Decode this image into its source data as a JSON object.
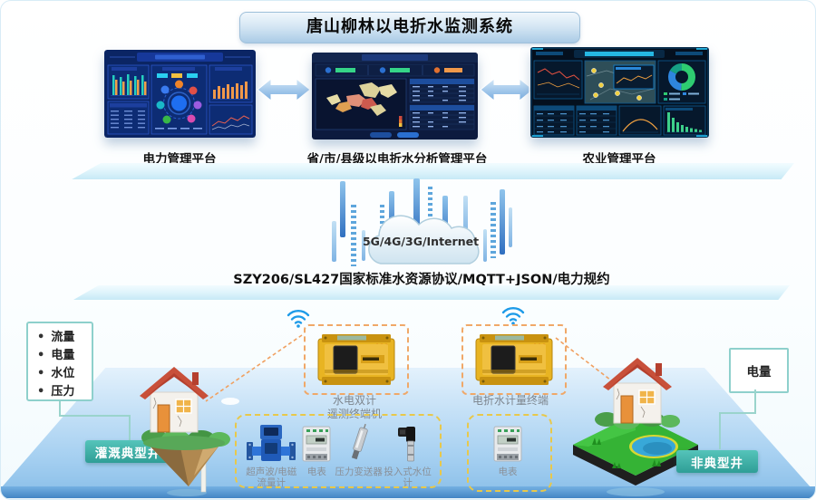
{
  "title": "唐山柳林以电折水监测系统",
  "platforms": {
    "power": "电力管理平台",
    "analysis": "省/市/县级以电折水分析管理平台",
    "agriculture": "农业管理平台"
  },
  "network": {
    "cloud_label": "5G/4G/3G/Internet",
    "protocol": "SZY206/SL427国家标准水资源协议/MQTT+JSON/电力规约"
  },
  "field": {
    "left_params": [
      "流量",
      "电量",
      "水位",
      "压力"
    ],
    "right_param": "电量",
    "left_well_badge": "灌溉典型井",
    "right_well_badge": "非典型井",
    "left_terminal": {
      "line1": "水电双计",
      "line2": "遥测终端机"
    },
    "right_terminal": "电折水计量终端",
    "left_sensors": [
      "超声波/电磁流量计",
      "电表",
      "压力变送器",
      "投入式水位计"
    ],
    "right_sensor": "电表"
  }
}
